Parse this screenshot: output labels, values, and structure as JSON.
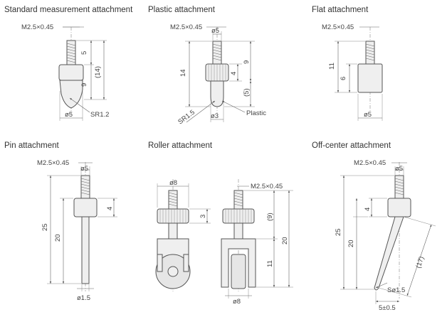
{
  "titles": {
    "standard": "Standard measurement attachment",
    "plastic": "Plastic attachment",
    "flat": "Flat attachment",
    "pin": "Pin attachment",
    "roller": "Roller attachment",
    "offcenter": "Off-center attachment"
  },
  "dims": {
    "thread": "M2.5×0.45",
    "std_5": "5",
    "std_14": "(14)",
    "std_9": "9",
    "std_d5": "ø5",
    "std_sr": "SR1.2",
    "pl_d5": "ø5",
    "pl_14": "14",
    "pl_9": "9",
    "pl_4": "4",
    "pl_5": "(5)",
    "pl_sr": "SR1.5",
    "pl_d3": "ø3",
    "pl_material": "Plastic",
    "fl_11": "11",
    "fl_6": "6",
    "fl_d5": "ø5",
    "pin_d5": "ø5",
    "pin_4": "4",
    "pin_25": "25",
    "pin_20": "20",
    "pin_d15": "ø1.5",
    "rl_d8_top": "ø8",
    "rl_3": "3",
    "rl_9": "(9)",
    "rl_20": "20",
    "rl_11": "11",
    "rl_d8_bottom": "ø8",
    "oc_d5": "ø5",
    "oc_4": "4",
    "oc_25": "25",
    "oc_20": "20",
    "oc_17": "(17)",
    "oc_sd": "Sø1.5",
    "oc_offset": "5±0.5"
  }
}
